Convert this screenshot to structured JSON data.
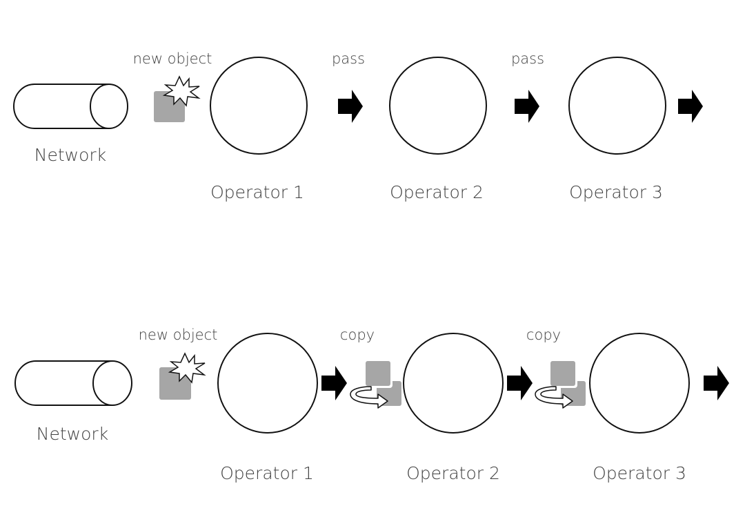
{
  "colors": {
    "object_fill": "#a6a6a6",
    "stroke": "#111111",
    "arrow": "#000000",
    "text": "#404040"
  },
  "top": {
    "network_label": "Network",
    "new_object_label": "new object",
    "transfer_labels": [
      "pass",
      "pass"
    ],
    "operators": [
      "Operator 1",
      "Operator 2",
      "Operator 3"
    ]
  },
  "bottom": {
    "network_label": "Network",
    "new_object_label": "new object",
    "transfer_labels": [
      "copy",
      "copy"
    ],
    "operators": [
      "Operator 1",
      "Operator 2",
      "Operator 3"
    ]
  }
}
